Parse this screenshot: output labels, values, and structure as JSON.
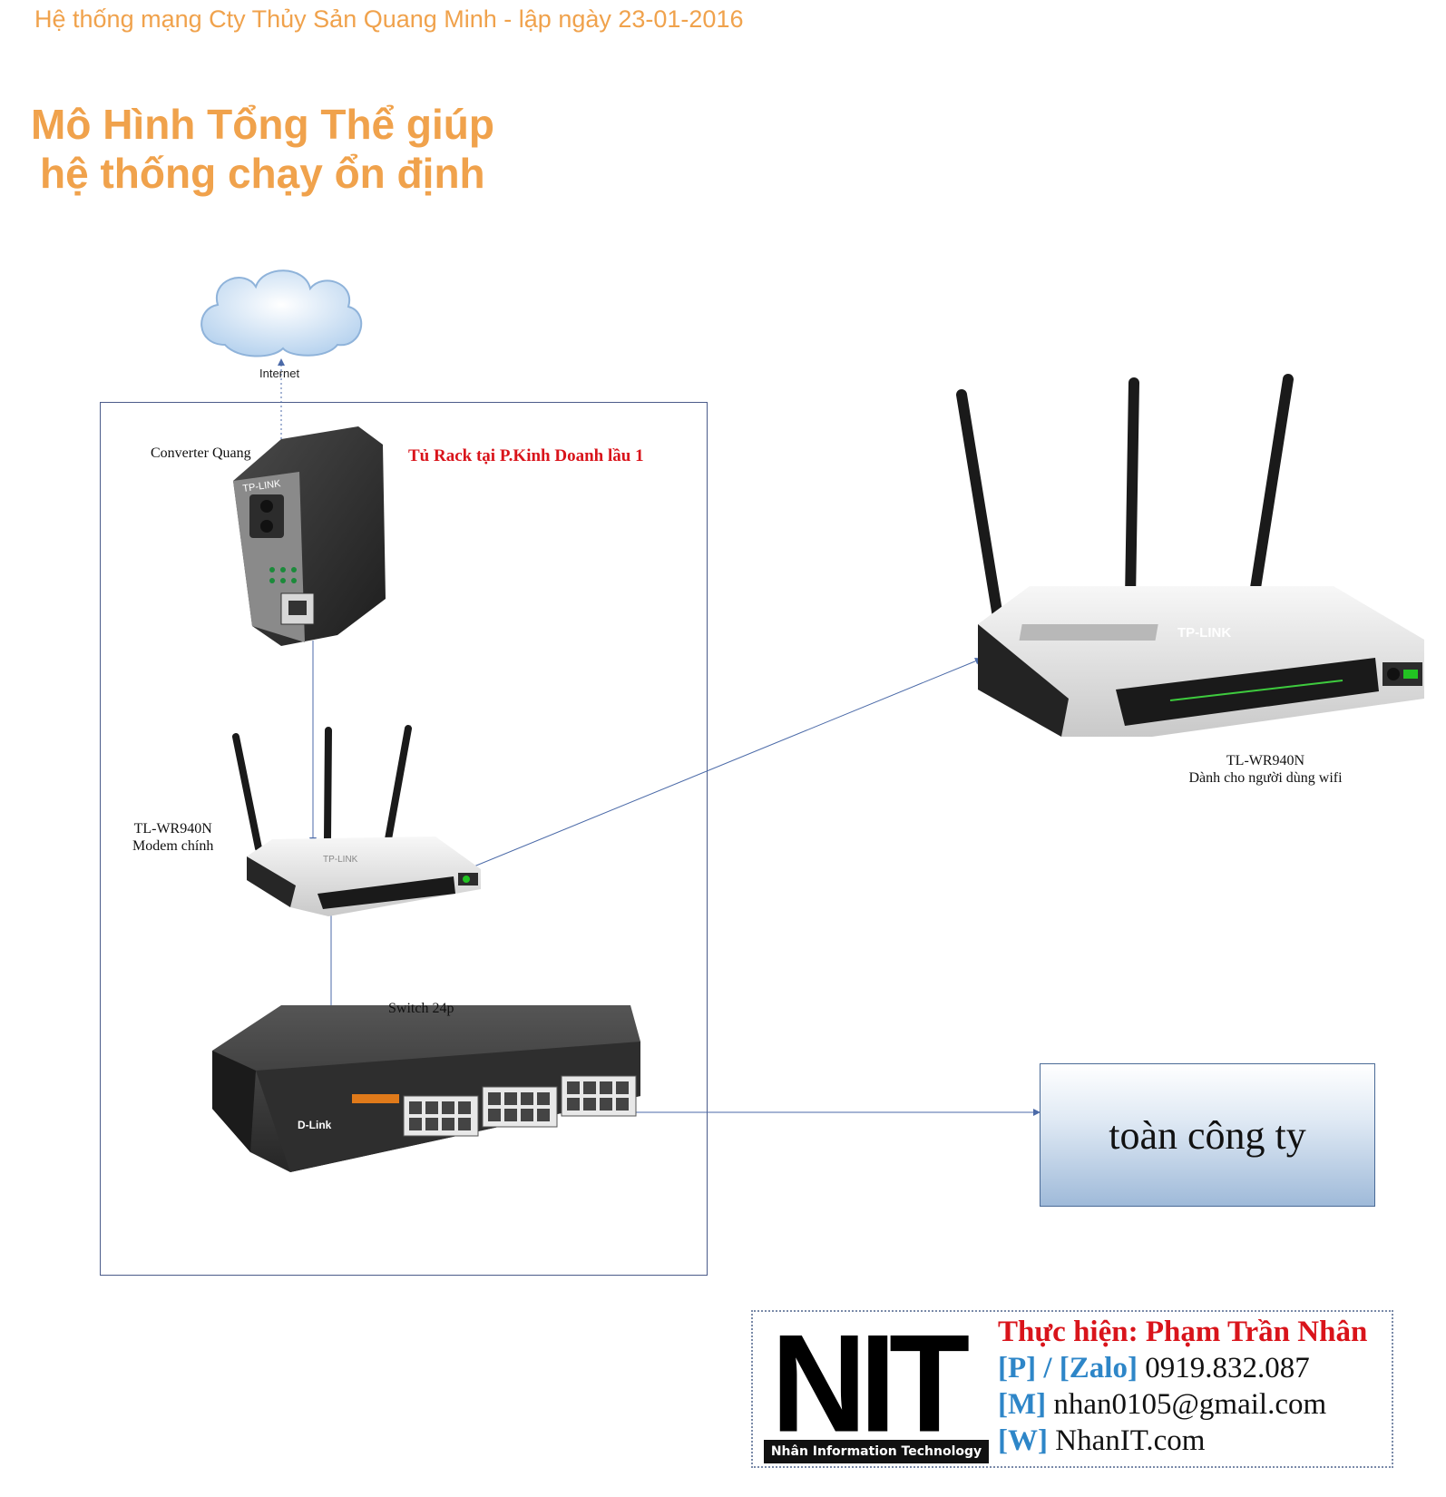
{
  "header": {
    "title": "Hệ thống mạng Cty Thủy Sản Quang Minh - lập ngày 23-01-2016"
  },
  "main_title": {
    "line1": "Mô Hình Tổng Thể giúp",
    "line2": "hệ thống chạy ổn định"
  },
  "nodes": {
    "internet": {
      "label": "Internet"
    },
    "converter": {
      "label": "Converter Quang",
      "brand": "TP-LINK"
    },
    "rack": {
      "label": "Tủ Rack tại P.Kinh Doanh lầu 1"
    },
    "modem": {
      "line1": "TL-WR940N",
      "line2": "Modem chính",
      "brand": "TP-LINK"
    },
    "switch": {
      "label": "Switch 24p",
      "brand": "D-Link"
    },
    "wifi_router": {
      "line1": "TL-WR940N",
      "line2": "Dành cho người dùng wifi",
      "brand": "TP-LINK"
    },
    "company": {
      "label": "toàn công ty"
    }
  },
  "credit": {
    "logo_text": "NIT",
    "logo_tagline": "Nhân Information Technology",
    "author": "Thực hiện: Phạm Trần Nhân",
    "phone_tag": "[P] / [Zalo]",
    "phone": "0919.832.087",
    "mail_tag": "[M]",
    "mail": "nhan0105@gmail.com",
    "web_tag": "[W]",
    "web": "NhanIT.com"
  },
  "colors": {
    "title_orange": "#f0a24c",
    "rack_red": "#d9141b",
    "link_blue": "#4b6aa8",
    "tag_blue": "#2e86c8"
  },
  "icons": [
    "cloud-icon",
    "fiber-converter-icon",
    "wireless-router-icon",
    "network-switch-icon"
  ]
}
